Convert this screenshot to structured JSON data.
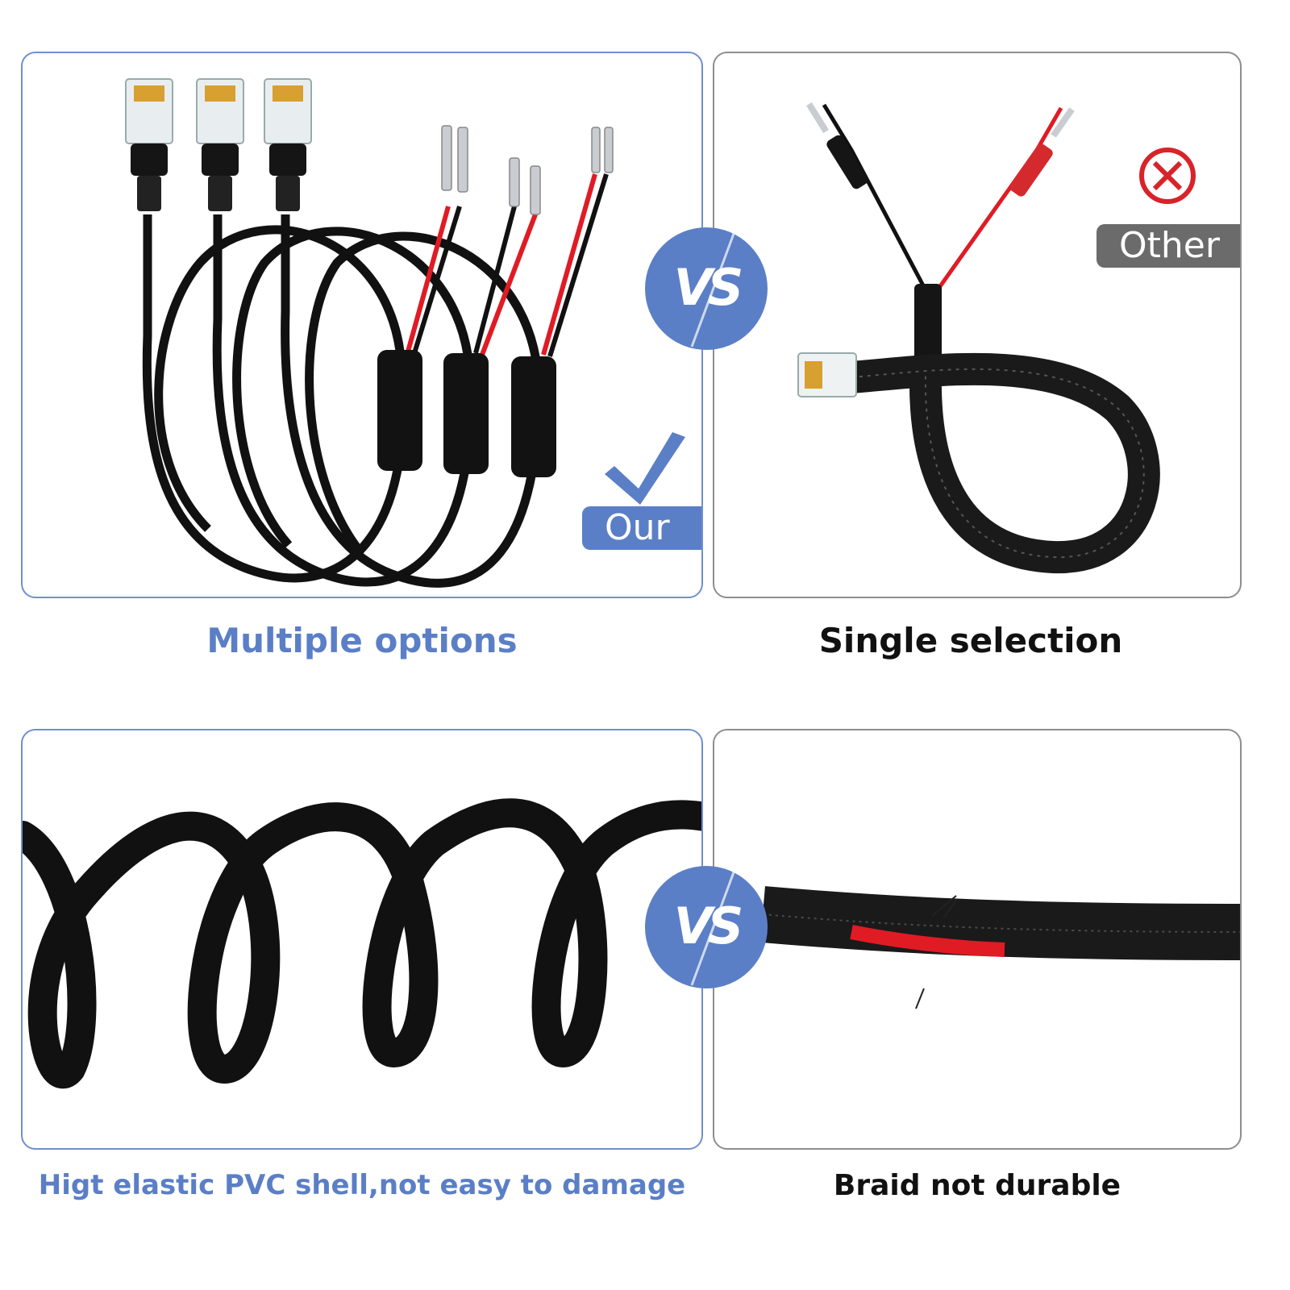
{
  "comparison_1": {
    "ours_badge": "Our",
    "other_badge": "Other",
    "vs_label": "VS",
    "ours_caption": "Multiple options",
    "other_caption": "Single selection"
  },
  "comparison_2": {
    "vs_label": "VS",
    "ours_caption": "Higt elastic PVC shell,not easy to damage",
    "other_caption": "Braid not durable"
  },
  "colors": {
    "accent_blue": "#5b7fc6",
    "panel_border_ours": "#6f8fd0",
    "panel_border_other": "#8e8e8e",
    "badge_grey": "#6b6b6b",
    "cross_red": "#d8232a",
    "wire_red": "#e01b24"
  },
  "icons": [
    "check-icon",
    "cross-circle-icon"
  ]
}
